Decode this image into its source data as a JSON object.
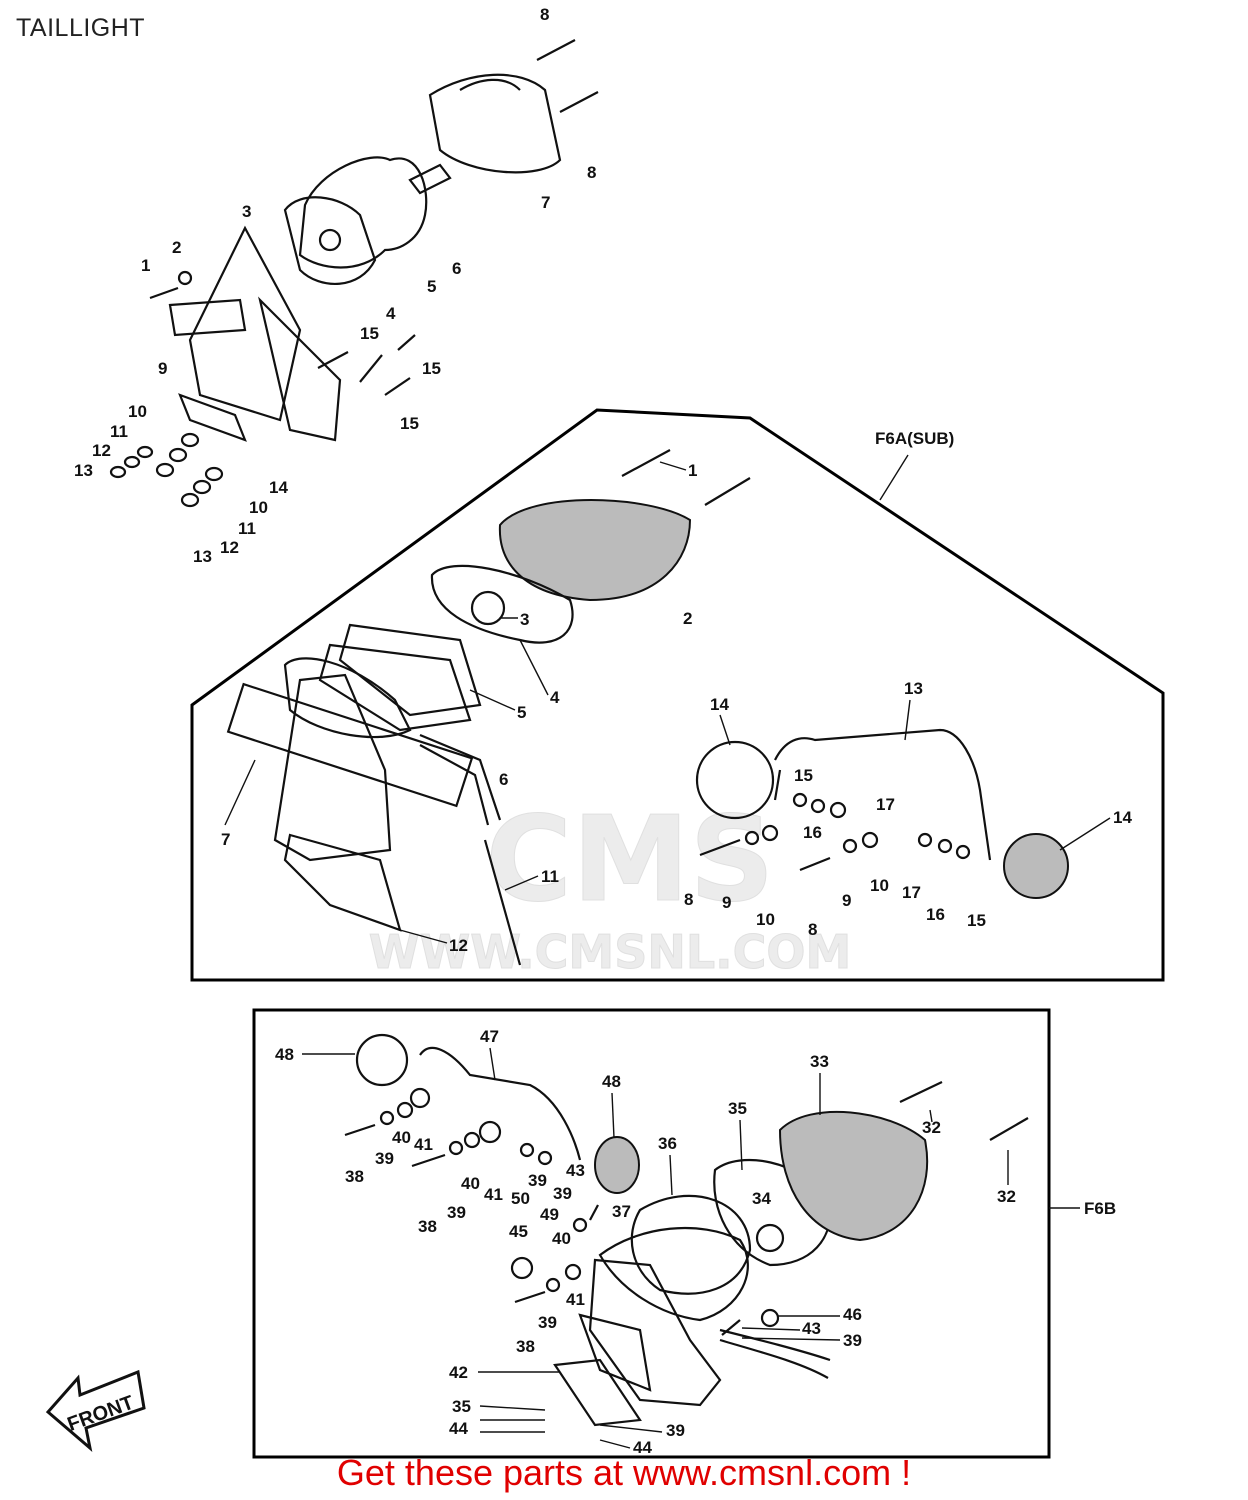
{
  "title": "TAILLIGHT",
  "watermark": {
    "logo_text": "CMS",
    "url_text": "WWW.CMSNL.COM"
  },
  "footer": {
    "text": "Get these parts at www.cmsnl.com !",
    "color": "#e00000"
  },
  "front_arrow": {
    "text": "FRONT"
  },
  "groups": [
    {
      "id": "main",
      "section_label": ""
    },
    {
      "id": "F6A",
      "section_label": "F6A(SUB)"
    },
    {
      "id": "F6B",
      "section_label": "F6B"
    }
  ],
  "labels": {
    "main": [
      "8",
      "8",
      "7",
      "6",
      "5",
      "4",
      "3",
      "2",
      "1",
      "15",
      "15",
      "15",
      "9",
      "10",
      "11",
      "12",
      "13",
      "14",
      "10",
      "11",
      "12",
      "13"
    ],
    "F6A": [
      "1",
      "2",
      "3",
      "4",
      "5",
      "6",
      "7",
      "11",
      "12",
      "13",
      "14",
      "14",
      "15",
      "16",
      "17",
      "8",
      "9",
      "10",
      "8",
      "9",
      "10",
      "17",
      "16",
      "15"
    ],
    "F6B": [
      "48",
      "47",
      "48",
      "33",
      "35",
      "36",
      "32",
      "32",
      "38",
      "39",
      "40",
      "41",
      "38",
      "39",
      "40",
      "41",
      "39",
      "43",
      "50",
      "39",
      "49",
      "37",
      "34",
      "45",
      "40",
      "38",
      "39",
      "41",
      "46",
      "43",
      "39",
      "42",
      "35",
      "44",
      "39",
      "44"
    ]
  }
}
